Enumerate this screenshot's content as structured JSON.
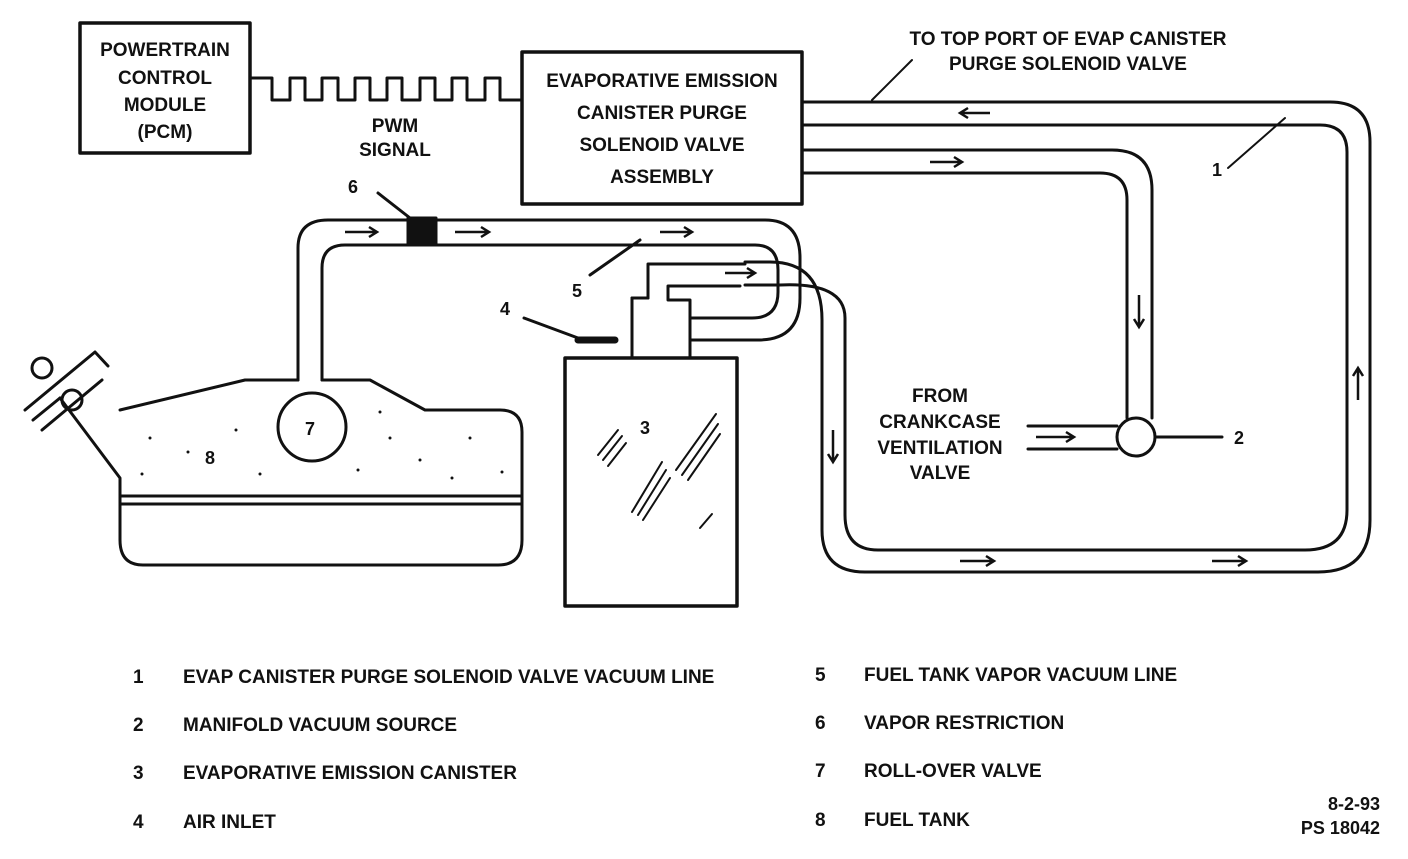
{
  "colors": {
    "ink": "#111111",
    "paper": "#ffffff"
  },
  "pcm": {
    "lines": [
      "POWERTRAIN",
      "CONTROL",
      "MODULE",
      "(PCM)"
    ]
  },
  "pwm": {
    "lines": [
      "PWM",
      "SIGNAL"
    ]
  },
  "solenoid": {
    "lines": [
      "EVAPORATIVE EMISSION",
      "CANISTER PURGE",
      "SOLENOID VALVE",
      "ASSEMBLY"
    ]
  },
  "top_port": {
    "lines": [
      "TO TOP PORT OF EVAP CANISTER",
      "PURGE SOLENOID VALVE"
    ]
  },
  "crankcase": {
    "lines": [
      "FROM",
      "CRANKCASE",
      "VENTILATION",
      "VALVE"
    ]
  },
  "callouts": {
    "c1": "1",
    "c2": "2",
    "c3": "3",
    "c4": "4",
    "c5": "5",
    "c6": "6",
    "c7": "7",
    "c8": "8"
  },
  "legend": [
    {
      "num": "1",
      "text": "EVAP CANISTER PURGE SOLENOID VALVE VACUUM LINE"
    },
    {
      "num": "2",
      "text": "MANIFOLD VACUUM SOURCE"
    },
    {
      "num": "3",
      "text": "EVAPORATIVE EMISSION CANISTER"
    },
    {
      "num": "4",
      "text": "AIR INLET"
    },
    {
      "num": "5",
      "text": "FUEL TANK VAPOR VACUUM LINE"
    },
    {
      "num": "6",
      "text": "VAPOR RESTRICTION"
    },
    {
      "num": "7",
      "text": "ROLL-OVER VALVE"
    },
    {
      "num": "8",
      "text": "FUEL TANK"
    }
  ],
  "footer": {
    "date": "8-2-93",
    "code": "PS 18042"
  }
}
